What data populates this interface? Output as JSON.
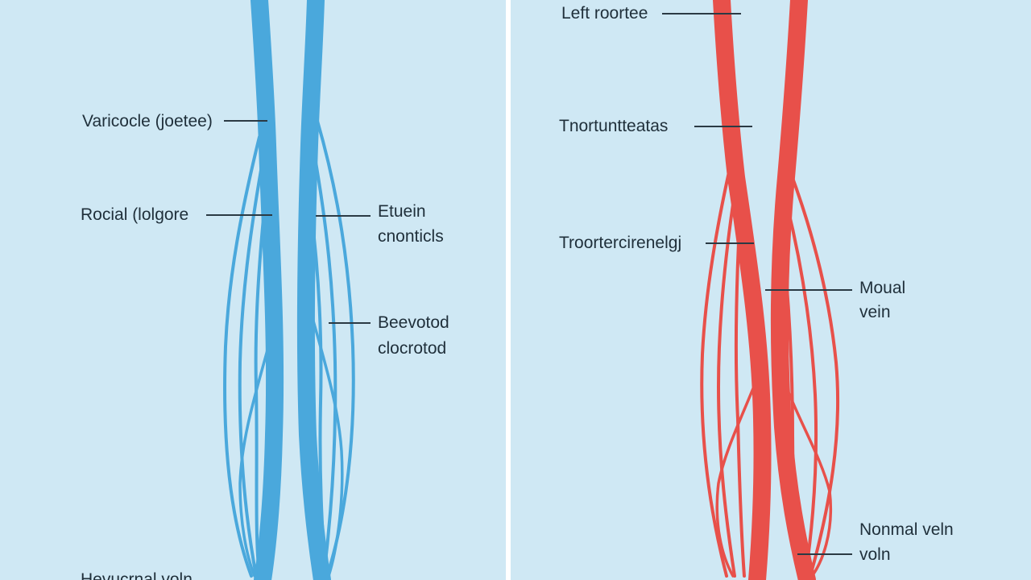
{
  "colors": {
    "background": "#cfe8f4",
    "divider": "#ffffff",
    "left_vein": "#4aa8dc",
    "right_vein": "#e8504a",
    "label_text": "#1f2f3a",
    "leader_line": "#2b3a44"
  },
  "left_panel": {
    "labels": {
      "varicocele": "Varicocle (joetee)",
      "rocial": "Rocial (lolgore",
      "eten_line1": "Etuein",
      "eten_line2": "cnonticls",
      "beeod_line1": "Beevotod",
      "beeod_line2": "clocrotod",
      "bottom": "Hevucrnal voln"
    }
  },
  "right_panel": {
    "labels": {
      "left_rootee": "Left roortee",
      "tnort": "Tnortuntteatas",
      "troort": "Troortercirenelgj",
      "moual_line1": "Moual",
      "moual_line2": "vein",
      "normal_line1": "Nonmal veln",
      "normal_line2": "voln"
    }
  }
}
